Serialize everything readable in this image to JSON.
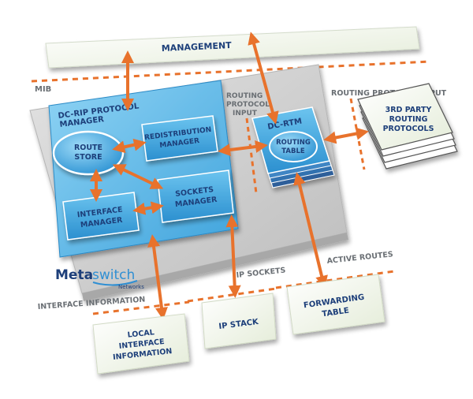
{
  "labels": {
    "management": "MANAGEMENT",
    "mib": "MIB",
    "routing_protocol_input_top": "ROUTING PROTOCOL INPUT",
    "routing_protocol_input_mid_line1": "ROUTING",
    "routing_protocol_input_mid_line2": "PROTOCOL",
    "routing_protocol_input_mid_line3": "INPUT",
    "dc_rip_line1": "DC-RIP PROTOCOL",
    "dc_rip_line2": "MANAGER",
    "route_store_line1": "ROUTE",
    "route_store_line2": "STORE",
    "redistribution_line1": "REDISTRIBUTION",
    "redistribution_line2": "MANAGER",
    "interface_manager_line1": "INTERFACE",
    "interface_manager_line2": "MANAGER",
    "sockets_manager_line1": "SOCKETS",
    "sockets_manager_line2": "MANAGER",
    "dc_rtm": "DC-RTM",
    "routing_table_line1": "ROUTING",
    "routing_table_line2": "TABLE",
    "third_party_line1": "3RD PARTY",
    "third_party_line2": "ROUTING",
    "third_party_line3": "PROTOCOLS",
    "logo_meta": "Meta",
    "logo_switch": "switch",
    "logo_networks": "Networks",
    "interface_information": "INTERFACE INFORMATION",
    "ip_sockets": "IP SOCKETS",
    "active_routes": "ACTIVE ROUTES",
    "local_info_line1": "LOCAL",
    "local_info_line2": "INTERFACE",
    "local_info_line3": "INFORMATION",
    "ip_stack": "IP STACK",
    "forwarding_line1": "FORWARDING",
    "forwarding_line2": "TABLE"
  },
  "colors": {
    "arrow": "#e8722c",
    "navy": "#1d3f7a",
    "box_blue": "#3aa7e0",
    "platform_gray": "#c9c9c9"
  }
}
